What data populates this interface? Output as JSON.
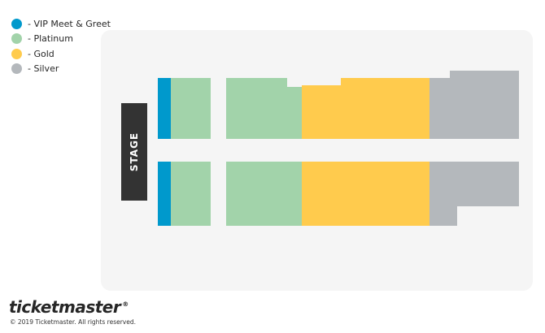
{
  "legend": {
    "items": [
      {
        "label": "- VIP Meet & Greet",
        "color": "#0099cc"
      },
      {
        "label": "- Platinum",
        "color": "#a2d3aa"
      },
      {
        "label": "- Gold",
        "color": "#ffcb4d"
      },
      {
        "label": "- Silver",
        "color": "#b4b8bc"
      }
    ]
  },
  "map": {
    "stage_label": "STAGE",
    "panel_color": "#f5f5f5",
    "stage_color": "#333333"
  },
  "footer": {
    "logo": "ticketmaster",
    "registered_mark": "®",
    "copyright": "© 2019 Ticketmaster. All rights reserved."
  }
}
